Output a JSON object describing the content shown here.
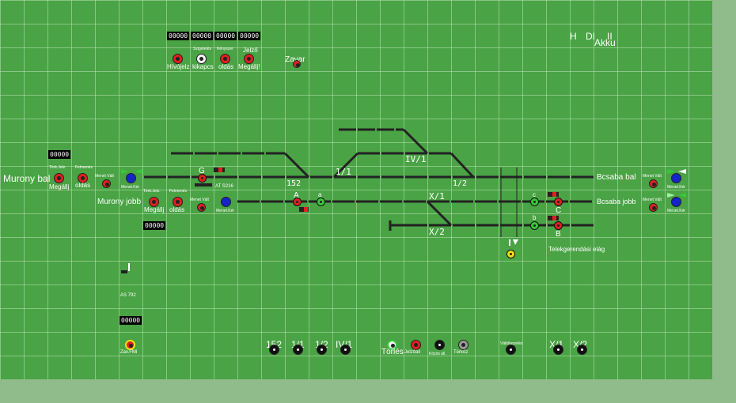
{
  "counters": {
    "top": [
      "00000",
      "00000",
      "00000",
      "00000"
    ],
    "left_upper": "00000",
    "left_lower": "00000",
    "left_bottom": "00000"
  },
  "top_buttons": {
    "hivojelz": {
      "small": "",
      "label": "Hívójelz"
    },
    "kikapcs": {
      "small": "Szigetelés",
      "label": "kikapcs"
    },
    "oldas": {
      "small": "Kényszer",
      "label": "oldás"
    },
    "megallj": {
      "small": "Jelző",
      "label": "Megállj!"
    },
    "zavar": "Zavar"
  },
  "status": {
    "h": "H",
    "dl": "DI",
    "ll": "II",
    "akku": "Akku"
  },
  "left_labels": {
    "murony_bal": "Murony bal",
    "murony_jobb": "Murony jobb",
    "terk_jelz": "Térk.Jelz.",
    "megallj": "Megállj",
    "felmentes": "Felmenés",
    "oldas": "oldás",
    "menet_vall": "Menet Vált",
    "menetir_kiv": "Menet.Kér"
  },
  "right_labels": {
    "bcsaba_bal": "Bcsaba bal",
    "bcsaba_jobb": "Bcsaba jobb",
    "menet_vall": "Menet Vált",
    "menetir_kiv": "Menet.Kér",
    "telekgerendasi": "Telekgerendási elág"
  },
  "track_labels": {
    "t152": "152",
    "t11": "1/1",
    "t12": "1/2",
    "iv1": "IV/1",
    "x1": "X/1",
    "x2": "X/2",
    "g": "G",
    "a_big": "A",
    "a_small": "a",
    "b_big": "B",
    "b_small": "b",
    "c_big": "C",
    "c_small": "c",
    "at": "AT S216",
    "as792": "AS 792"
  },
  "bottom": {
    "zav_fmi": "Zav.FMI",
    "b152": "152",
    "b11": "1/1",
    "b12": "1/2",
    "biv1": "IV/1",
    "torles": "Törlés",
    "jelzoall": "Jelzőáll",
    "kozos": "Közös áll.",
    "terkoz": "Térköz",
    "vallokezeles": "Váltókezelés",
    "bx1": "X/1",
    "bx2": "X/2"
  }
}
